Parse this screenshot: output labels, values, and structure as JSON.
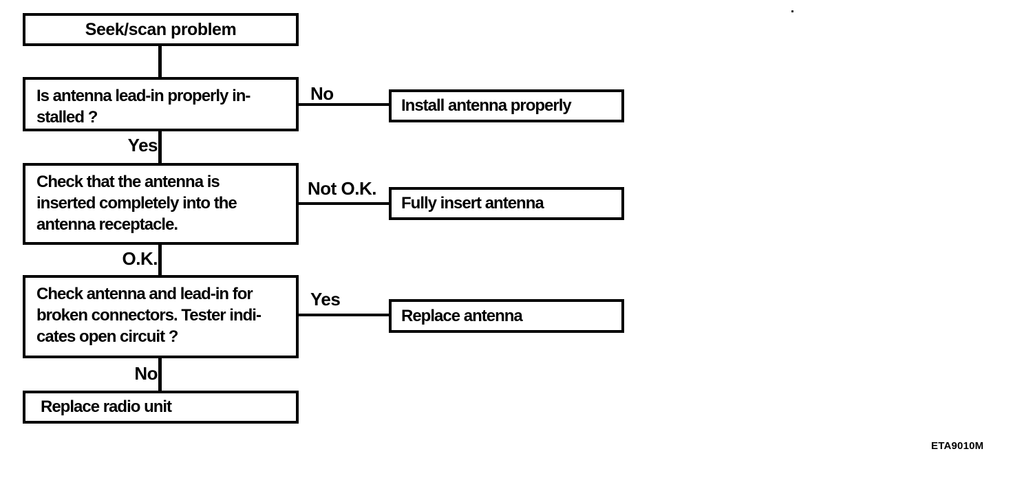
{
  "page": {
    "background_color": "#ffffff",
    "ink_color": "#000000"
  },
  "flowchart": {
    "title_box": {
      "text": "Seek/scan problem"
    },
    "decisions": [
      {
        "text": "Is antenna lead-in properly in-\nstalled ?",
        "branch_label": "No",
        "branch_result": "Install antenna properly",
        "continue_label": "Yes"
      },
      {
        "text": "Check that the antenna is\ninserted completely into the\nantenna receptacle.",
        "branch_label": "Not O.K.",
        "branch_result": "Fully insert antenna",
        "continue_label": "O.K."
      },
      {
        "text": "Check antenna and lead-in for\nbroken connectors. Tester indi-\ncates open circuit ?",
        "branch_label": "Yes",
        "branch_result": "Replace antenna",
        "continue_label": "No"
      }
    ],
    "final_box": {
      "text": "Replace radio unit"
    },
    "figure_code": "ETA9010M"
  }
}
